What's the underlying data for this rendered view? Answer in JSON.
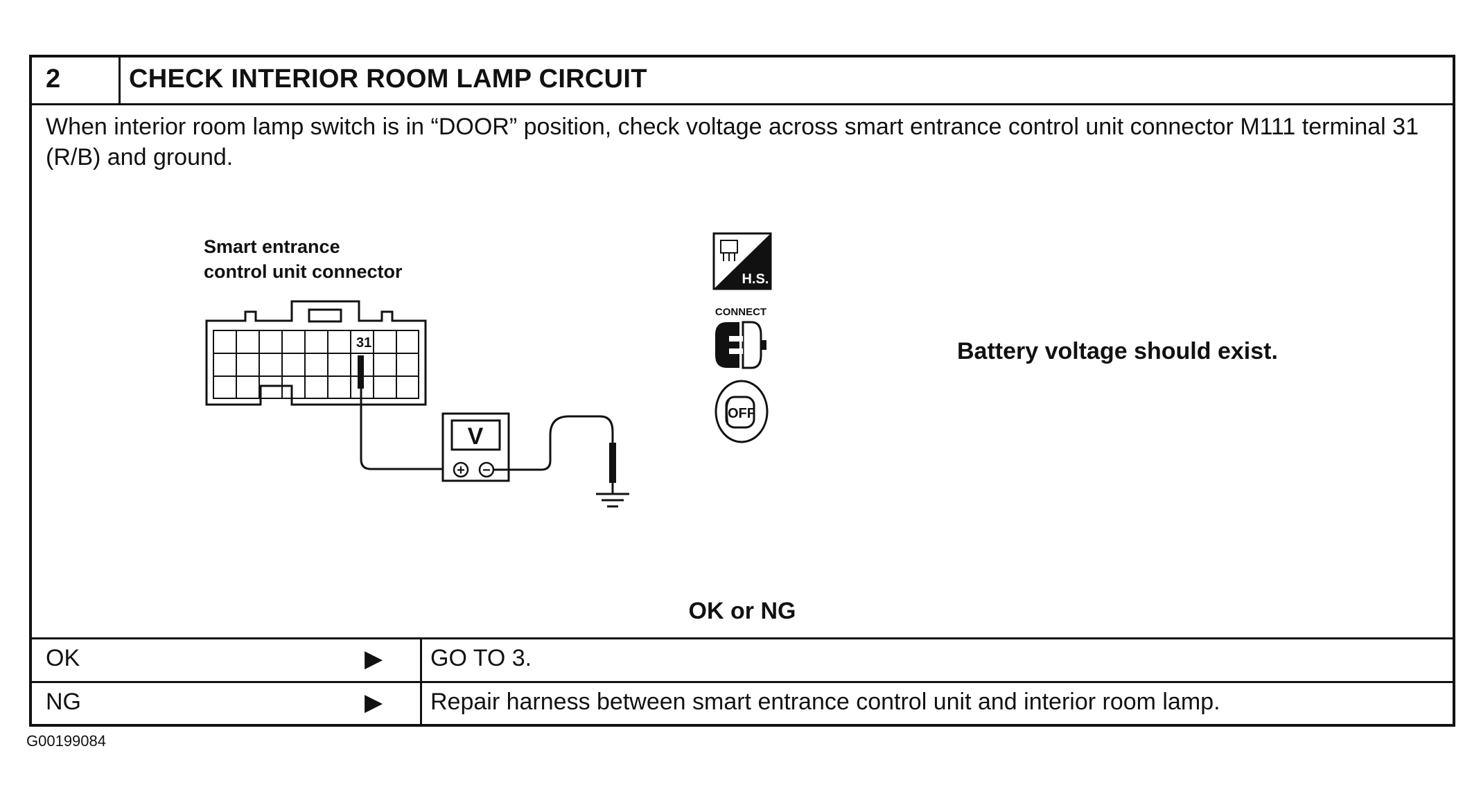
{
  "step": {
    "number": "2",
    "title": "CHECK INTERIOR ROOM LAMP CIRCUIT"
  },
  "instruction": "When interior room lamp switch is in “DOOR” position, check voltage across smart entrance control unit connector M111 terminal 31 (R/B) and ground.",
  "diagram": {
    "connector_label_line1": "Smart entrance",
    "connector_label_line2": "control unit connector",
    "terminal": "31",
    "meter_label": "V",
    "plus_sign": "+",
    "minus_sign": "−",
    "icons": [
      {
        "name": "harness-side-icon",
        "text": "H.S."
      },
      {
        "name": "connect-icon",
        "text": "CONNECT"
      },
      {
        "name": "ignition-off-icon",
        "text": "OFF"
      }
    ]
  },
  "result": "Battery voltage should exist.",
  "ok_or_ng": "OK or NG",
  "outcomes": [
    {
      "label": "OK",
      "arrow": "▶",
      "action": "GO TO 3."
    },
    {
      "label": "NG",
      "arrow": "▶",
      "action": "Repair harness between smart entrance control unit and interior room lamp."
    }
  ],
  "figure_id": "G00199084"
}
